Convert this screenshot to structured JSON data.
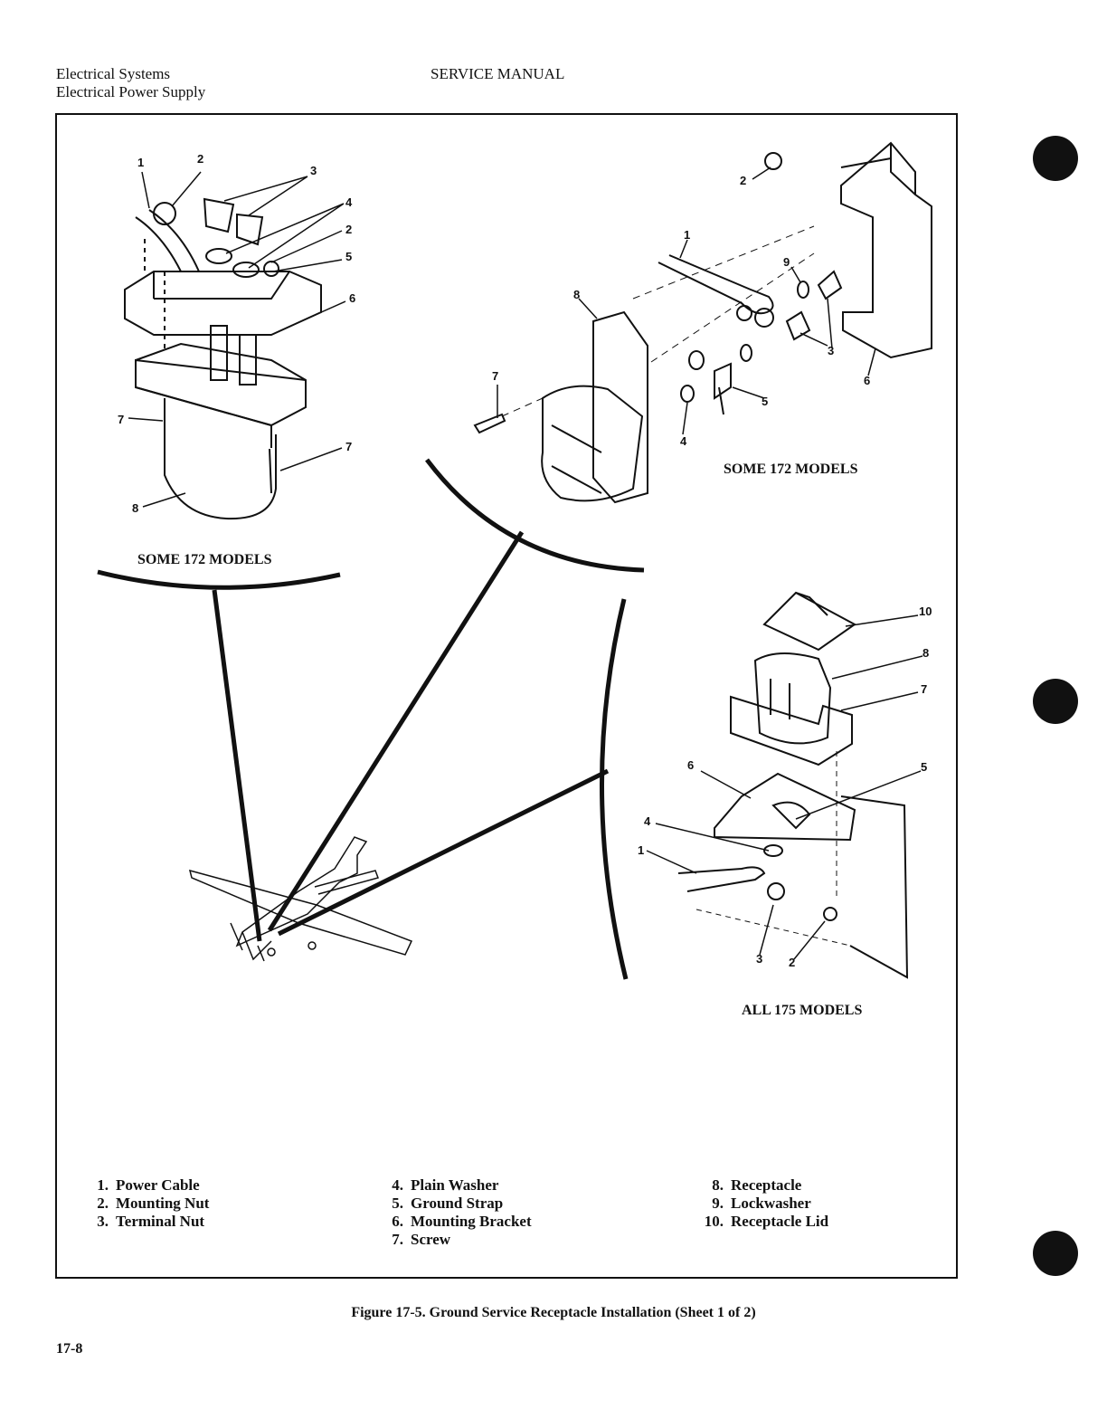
{
  "header": {
    "section_line1": "Electrical Systems",
    "section_line2": "Electrical Power Supply",
    "manual_title": "SERVICE MANUAL"
  },
  "views": {
    "top_left_caption": "SOME 172 MODELS",
    "top_right_caption": "SOME 172 MODELS",
    "bottom_right_caption": "ALL 175 MODELS"
  },
  "callouts": {
    "top_left": [
      "1",
      "2",
      "3",
      "4",
      "2",
      "5",
      "6",
      "7",
      "7",
      "8"
    ],
    "top_right": [
      "2",
      "1",
      "9",
      "8",
      "3",
      "6",
      "7",
      "5",
      "4"
    ],
    "bottom_right": [
      "10",
      "8",
      "7",
      "6",
      "5",
      "4",
      "1",
      "3",
      "2"
    ]
  },
  "legend": {
    "col1": [
      {
        "num": "1.",
        "label": "Power Cable"
      },
      {
        "num": "2.",
        "label": "Mounting Nut"
      },
      {
        "num": "3.",
        "label": "Terminal Nut"
      }
    ],
    "col2": [
      {
        "num": "4.",
        "label": "Plain Washer"
      },
      {
        "num": "5.",
        "label": "Ground Strap"
      },
      {
        "num": "6.",
        "label": "Mounting Bracket"
      },
      {
        "num": "7.",
        "label": "Screw"
      }
    ],
    "col3": [
      {
        "num": "8.",
        "label": "Receptacle"
      },
      {
        "num": "9.",
        "label": "Lockwasher"
      },
      {
        "num": "10.",
        "label": "Receptacle Lid"
      }
    ]
  },
  "figure_caption": "Figure 17-5.  Ground Service Receptacle Installation (Sheet 1 of 2)",
  "page_number": "17-8"
}
